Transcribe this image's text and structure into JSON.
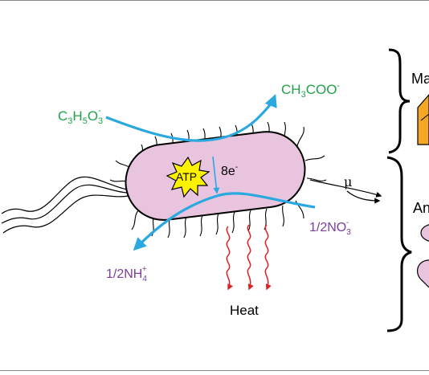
{
  "labels": {
    "substrate": "C3H5O3-",
    "product_acetate": "CH3COO-",
    "nitrate": "1/2NO3-",
    "ammonium": "1/2NH4+",
    "atp": "ATP",
    "electrons": "8e-",
    "mu": "μ",
    "heat": "Heat",
    "right_top_partial": "Ma",
    "right_mid_partial": "An"
  },
  "colors": {
    "arrow_blue": "#2AA9E0",
    "green_text": "#1FA24A",
    "purple_text": "#7B3F98",
    "cell_fill": "#E8C4DE",
    "atp_star": "#FFF200",
    "heat_red": "#E02020",
    "panel_orange": "#F5A623",
    "panel_pink": "#E8C4DE"
  }
}
